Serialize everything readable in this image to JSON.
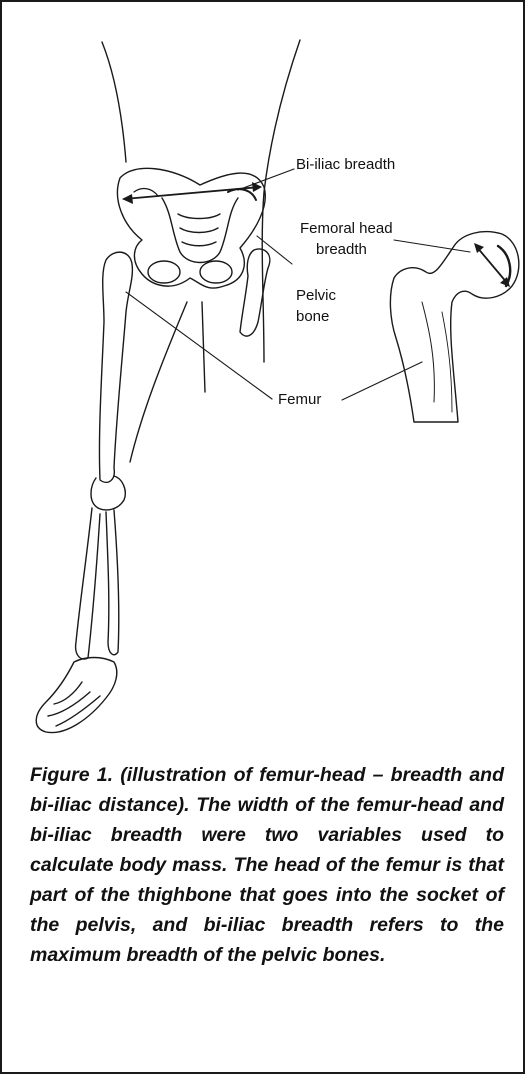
{
  "labels": {
    "bi_iliac": "Bi-iliac breadth",
    "femoral_head_line1": "Femoral head",
    "femoral_head_line2": "breadth",
    "pelvic_line1": "Pelvic",
    "pelvic_line2": "bone",
    "femur": "Femur"
  },
  "caption": "Figure 1. (illustration of femur-head – breadth and bi-iliac distance). The width of the femur-head and bi-iliac breadth were two variables used to calculate body mass. The head of the femur is that part of the thighbone that goes into the socket of the pelvis, and bi-iliac breadth refers to the maximum breadth of the pelvic bones."
}
